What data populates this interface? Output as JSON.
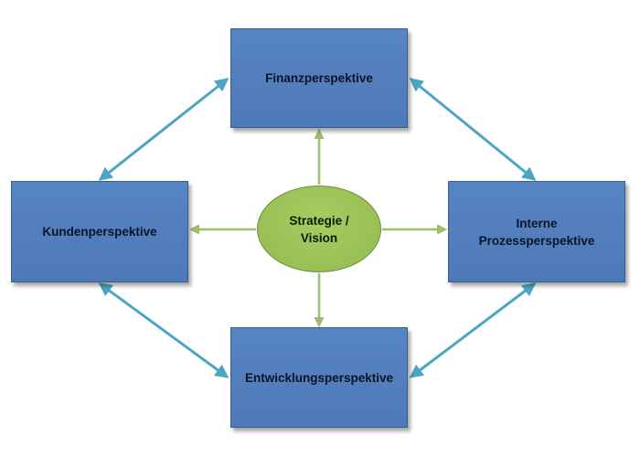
{
  "diagram": {
    "center": {
      "line1": "Strategie /",
      "line2": "Vision"
    },
    "perspectives": {
      "top": "Finanzperspektive",
      "left": "Kundenperspektive",
      "right_line1": "Interne",
      "right_line2": "Prozessperspektive",
      "bottom": "Entwicklungsperspektive"
    }
  },
  "colors": {
    "box_fill": "#4f7ebc",
    "ellipse_fill": "#9bc255",
    "blue_arrow": "#4aa6c4",
    "green_arrow": "#9bbf6a"
  }
}
